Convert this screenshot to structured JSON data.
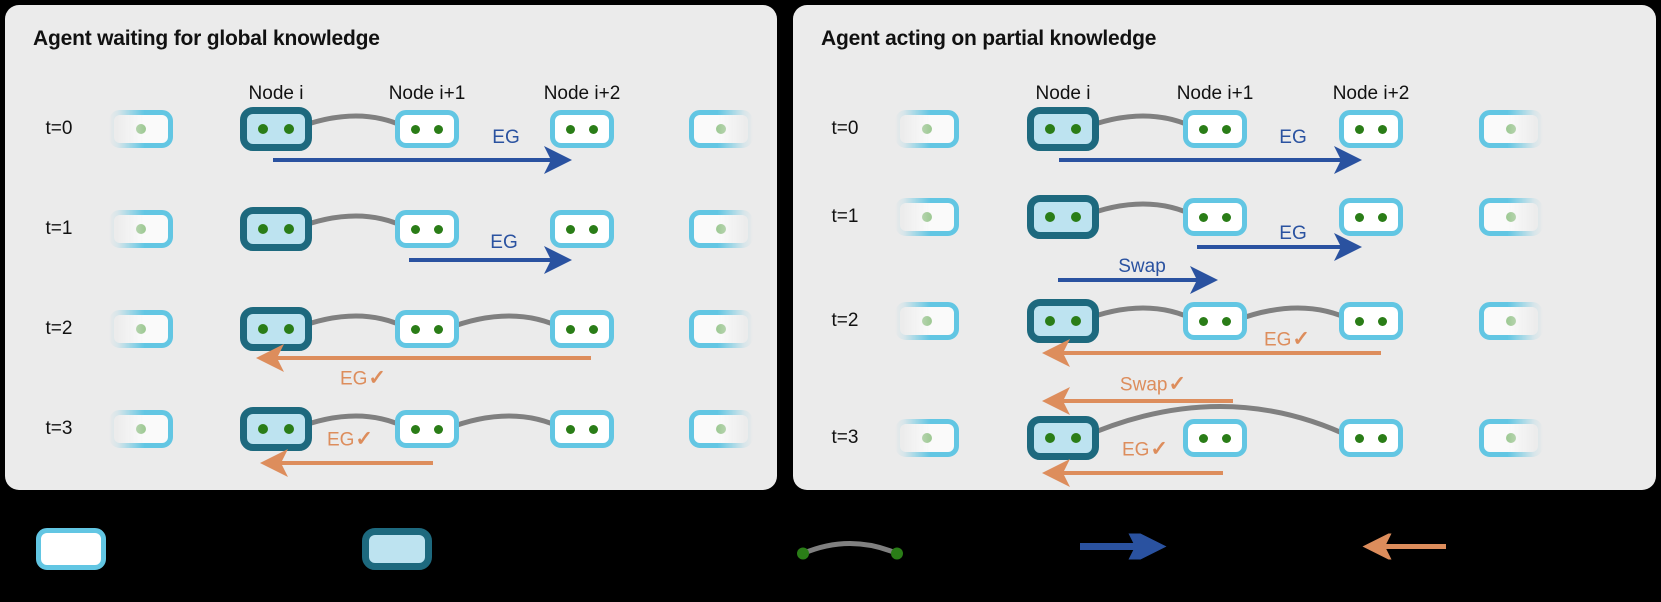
{
  "figure": {
    "background_color": "#000000",
    "panel_background": "#ebebeb",
    "accent_forward": "#2a52a0",
    "accent_backward": "#dd8d5c",
    "node_border": "#62c6e3",
    "node_active_border": "#1d697e",
    "node_active_fill": "#bde3f0",
    "node_dot": "#2a7d17",
    "edge_color": "#808080"
  },
  "panels": [
    {
      "id": "left",
      "title": "Agent waiting for global knowledge",
      "node_labels": [
        "Node i",
        "Node i+1",
        "Node i+2"
      ],
      "time_labels": [
        "t=0",
        "t=1",
        "t=2",
        "t=3"
      ],
      "arrow_labels": [
        {
          "text": "EG",
          "direction": "forward",
          "row": "t=0"
        },
        {
          "text": "EG",
          "direction": "forward",
          "row": "t=1"
        },
        {
          "text": "EG",
          "direction": "backward",
          "row": "t=2",
          "check": "✓"
        },
        {
          "text": "EG",
          "direction": "backward",
          "row": "t=3",
          "check": "✓"
        }
      ]
    },
    {
      "id": "right",
      "title": "Agent acting on partial knowledge",
      "node_labels": [
        "Node i",
        "Node i+1",
        "Node i+2"
      ],
      "time_labels": [
        "t=0",
        "t=1",
        "t=2",
        "t=3"
      ],
      "arrow_labels": [
        {
          "text": "EG",
          "direction": "forward",
          "row": "t=0"
        },
        {
          "text": "EG",
          "direction": "forward",
          "row": "t=1"
        },
        {
          "text": "Swap",
          "direction": "forward",
          "row": "t=1"
        },
        {
          "text": "EG",
          "direction": "backward",
          "row": "t=2",
          "check": "✓"
        },
        {
          "text": "Swap",
          "direction": "backward",
          "row": "t=2",
          "check": "✓"
        },
        {
          "text": "EG",
          "direction": "backward",
          "row": "t=3",
          "check": "✓"
        }
      ]
    }
  ],
  "legend": {
    "items": [
      {
        "name": "node-idle",
        "label": ""
      },
      {
        "name": "node-active",
        "label": ""
      },
      {
        "name": "entanglement-link",
        "label": ""
      },
      {
        "name": "forward-message",
        "label": ""
      },
      {
        "name": "backward-message",
        "label": ""
      }
    ]
  }
}
